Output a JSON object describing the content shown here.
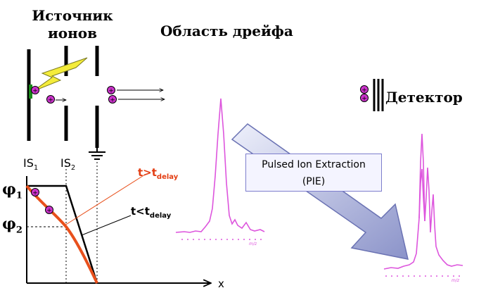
{
  "labels": {
    "source_line1": "Источник",
    "source_line2": "ионов",
    "drift": "Область дрейфа",
    "detector": "Детектор",
    "is1": "IS",
    "is1_sub": "1",
    "is2": "IS",
    "is2_sub": "2",
    "phi1": "φ",
    "phi1_sub": "1",
    "phi2": "φ",
    "phi2_sub": "2",
    "t_gt": "t>t",
    "t_lt": "t<t",
    "delay_sub": "delay",
    "x_axis": "x",
    "pie_line1": "Pulsed Ion Extraction",
    "pie_line2": "(PIE)",
    "mz": "m/z"
  },
  "colors": {
    "ion": "#cc33cc",
    "spectrum": "#dd55dd",
    "potential_delayed": "#e8501c",
    "pie_arrow": "#9aa3d8"
  }
}
